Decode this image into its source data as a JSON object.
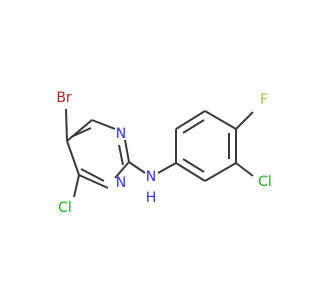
{
  "molecule": {
    "colors": {
      "bond": "#3a3a3a",
      "nitrogen": "#3333ff",
      "bromine": "#a62929",
      "chlorine": "#1fb21f",
      "fluorine": "#8fce43"
    },
    "atoms": {
      "br": "Br",
      "cl_pyrimidine": "Cl",
      "n_ring_top": "N",
      "n_ring_bottom": "N",
      "nh_n": "N",
      "nh_h": "H",
      "f": "F",
      "cl_phenyl": "Cl"
    }
  }
}
